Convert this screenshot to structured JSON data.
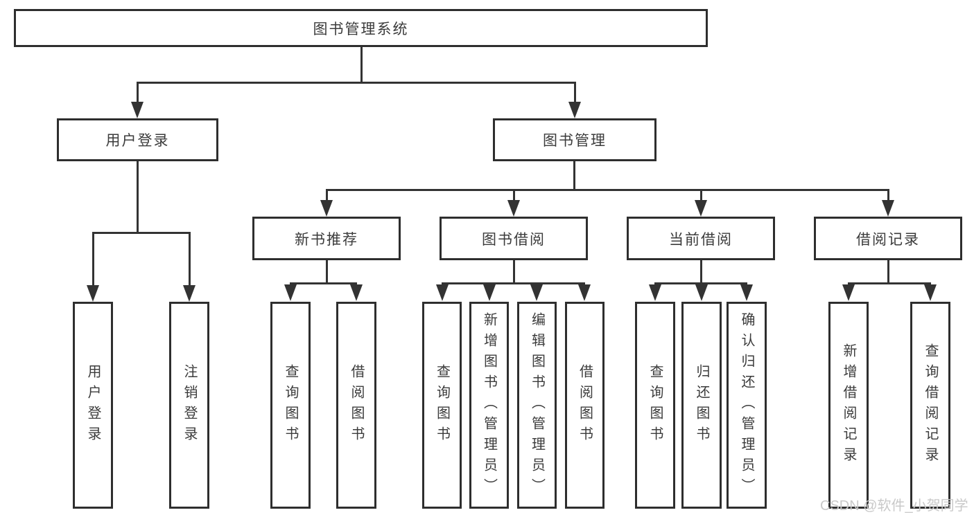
{
  "tree": {
    "root": {
      "label": "图书管理系统"
    },
    "branches": [
      {
        "label": "用户登录",
        "children": [
          {
            "label": "用户登录"
          },
          {
            "label": "注销登录"
          }
        ]
      },
      {
        "label": "图书管理",
        "children": [
          {
            "label": "新书推荐",
            "children": [
              {
                "label": "查询图书"
              },
              {
                "label": "借阅图书"
              }
            ]
          },
          {
            "label": "图书借阅",
            "children": [
              {
                "label": "查询图书"
              },
              {
                "label": "新增图书（管理员）"
              },
              {
                "label": "编辑图书（管理员）"
              },
              {
                "label": "借阅图书"
              }
            ]
          },
          {
            "label": "当前借阅",
            "children": [
              {
                "label": "查询图书"
              },
              {
                "label": "归还图书"
              },
              {
                "label": "确认归还（管理员）"
              }
            ]
          },
          {
            "label": "借阅记录",
            "children": [
              {
                "label": "新增借阅记录"
              },
              {
                "label": "查询借阅记录"
              }
            ]
          }
        ]
      }
    ]
  },
  "watermark": {
    "text": "CSDN @软件_小贺同学"
  },
  "colors": {
    "line": "#333333",
    "box_border": "#2e2e2e",
    "text": "#3b3b3b",
    "background": "#ffffff",
    "watermark": "#c9c9c9"
  }
}
